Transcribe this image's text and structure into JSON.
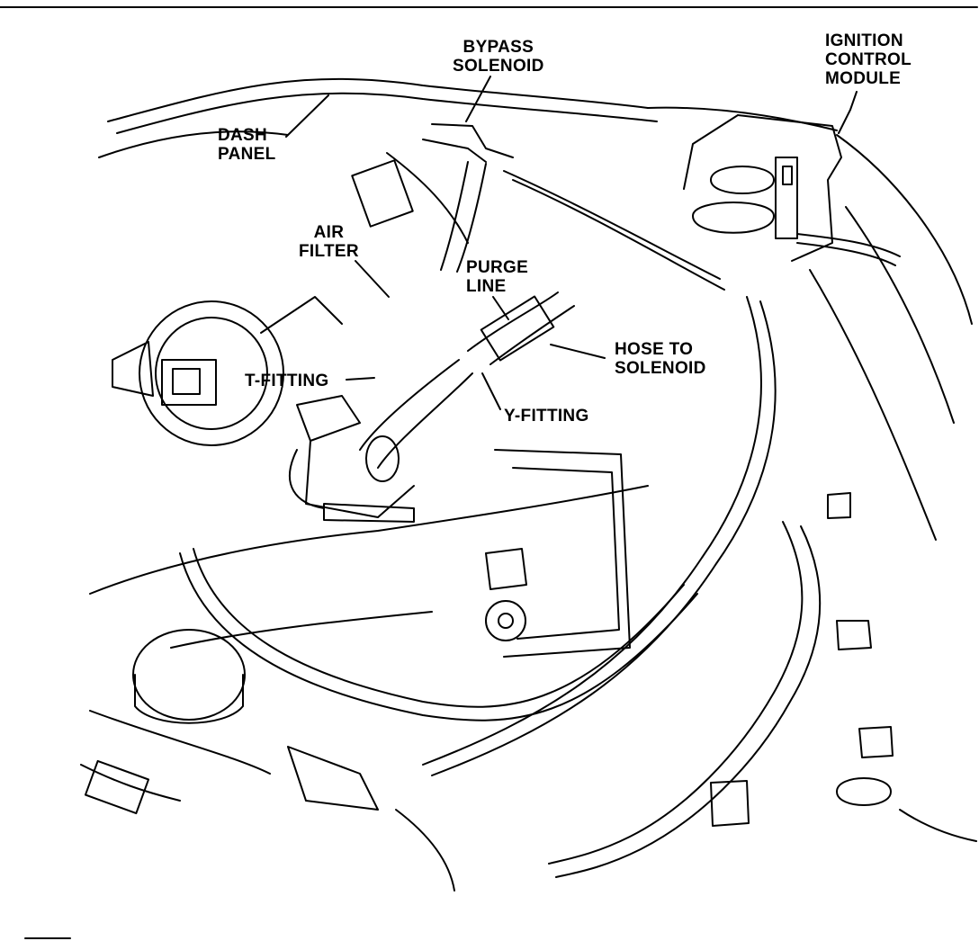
{
  "diagram": {
    "labels": {
      "bypass_solenoid": "BYPASS\nSOLENOID",
      "ignition_control_module": "IGNITION\nCONTROL\nMODULE",
      "dash_panel": "DASH\nPANEL",
      "air_filter": "AIR\nFILTER",
      "purge_line": "PURGE\nLINE",
      "hose_to_solenoid": "HOSE TO\nSOLENOID",
      "t_fitting": "T-FITTING",
      "y_fitting": "Y-FITTING"
    },
    "colors": {
      "ink": "#000000",
      "paper": "#ffffff"
    }
  }
}
